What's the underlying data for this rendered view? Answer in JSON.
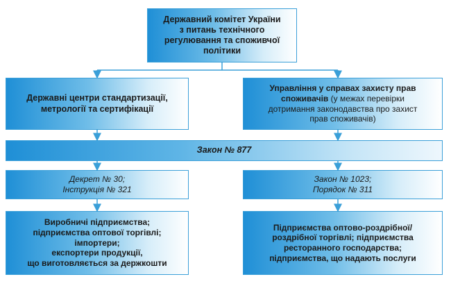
{
  "top": {
    "lines": [
      "Державний комітет України",
      "з питань технічного",
      "регулювання та споживчої",
      "політики"
    ]
  },
  "left_center": {
    "lines": [
      "Державні центри стандартизації,",
      "метрології та сертифікації"
    ]
  },
  "right_center": {
    "bold_lines": [
      "Управління у справах захисту прав",
      "споживачів"
    ],
    "regular_parts": [
      " (у межах перевірки",
      "дотримання законодавства про захист",
      "прав споживачів)"
    ]
  },
  "law_bar": {
    "label": "Закон № 877"
  },
  "left_decree": {
    "lines": [
      "Декрет № 30;",
      "Інструкція № 321"
    ]
  },
  "right_decree": {
    "lines": [
      "Закон № 1023;",
      "Порядок № 311"
    ]
  },
  "left_bottom": {
    "lines": [
      "Виробничі підприємства;",
      "підприємства оптової торгівлі;",
      "імпортери;",
      "експортери продукції,",
      "що виготовляється за держкошти"
    ]
  },
  "right_bottom": {
    "lines": [
      "Підприємства оптово-роздрібної/",
      "роздрібної торгівлі; підприємства",
      "ресторанного господарства;",
      "підприємства, що надають послуги"
    ]
  },
  "colors": {
    "line": "#3a9fd8",
    "accent": "#1f8fd6"
  }
}
